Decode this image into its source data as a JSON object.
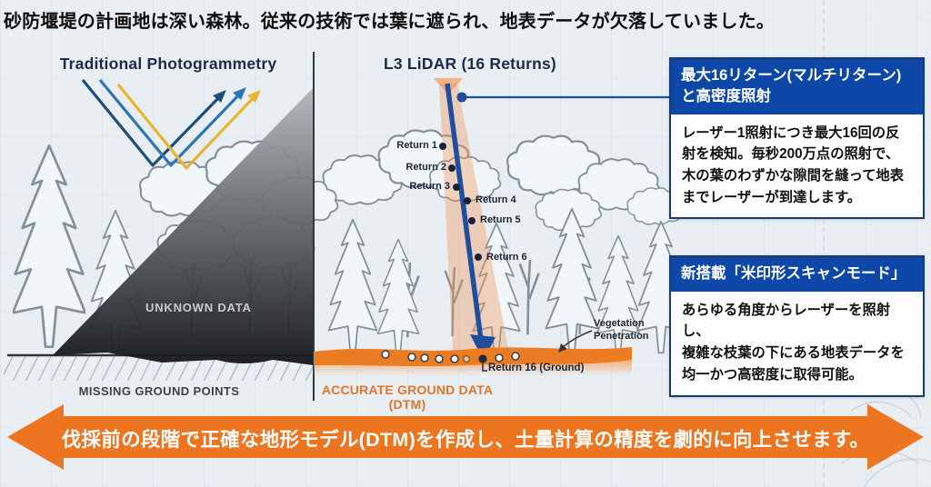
{
  "page": {
    "title": "砂防堰堤の計画地は深い森林。従来の技術では葉に遮られ、地表データが欠落していました。"
  },
  "left_panel": {
    "heading": "Traditional Photogrammetry",
    "unknown_label": "UNKNOWN DATA",
    "caption": "MISSING GROUND POINTS"
  },
  "lidar_panel": {
    "heading": "L3 LiDAR (16 Returns)",
    "returns": [
      {
        "label": "Return 1"
      },
      {
        "label": "Return 2"
      },
      {
        "label": "Return 3"
      },
      {
        "label": "Return 4"
      },
      {
        "label": "Return 5"
      },
      {
        "label": "Return 6"
      }
    ],
    "ground_return_label": "Return 16 (Ground)",
    "vegetation_line1": "Vegetation",
    "vegetation_line2": "Penetration",
    "caption": "ACCURATE GROUND DATA (DTM)"
  },
  "callouts": [
    {
      "header_lines": [
        "最大16リターン(マルチリターン)",
        "と高密度照射"
      ],
      "body_lines": [
        "レーザー1照射につき最大16回の反",
        "射を検知。毎秒200万点の照射で、",
        "木の葉のわずかな隙間を縫って地表",
        "までレーザーが到達します。"
      ]
    },
    {
      "header_lines": [
        "新搭載「米印形スキャンモード」"
      ],
      "body_lines": [
        "あらゆる角度からレーザーを照射し、",
        "複雑な枝葉の下にある地表データを",
        "均一かつ高密度に取得可能。"
      ]
    }
  ],
  "banner": {
    "text": "伐採前の段階で正確な地形モデル(DTM)を作成し、土量計算の精度を劇的に向上させます。"
  },
  "colors": {
    "callout_header_blue": "#0d47a8",
    "beam_blue": "#1e4e9c",
    "banner_orange": "#ee7520",
    "ground_orange": "#ec7c22",
    "caption_orange": "#e0762a",
    "heading_navy": "#1c2b4a",
    "arrow_yellow": "#e7b52f",
    "arrow_mid_blue": "#2e75b5",
    "arrow_dark_blue": "#1f4e79"
  }
}
